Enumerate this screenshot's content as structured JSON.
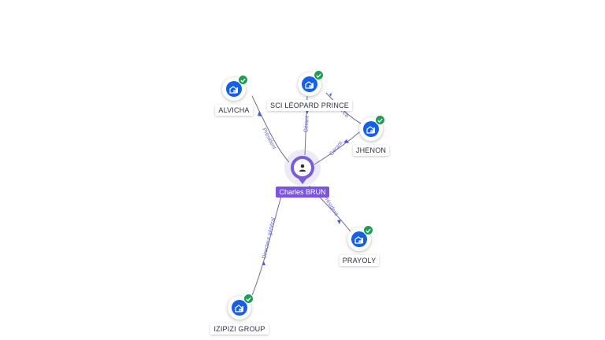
{
  "center": {
    "name": "Charles BRUN",
    "icon": "person-icon"
  },
  "companies": [
    {
      "id": "alvicha",
      "name": "ALVICHA",
      "icon": "building-icon",
      "verified": true
    },
    {
      "id": "sci",
      "name": "SCI LÉOPARD PRINCE",
      "icon": "building-icon",
      "verified": true
    },
    {
      "id": "jhenon",
      "name": "JHENON",
      "icon": "building-icon",
      "verified": true
    },
    {
      "id": "prayoly",
      "name": "PRAYOLY",
      "icon": "building-icon",
      "verified": true
    },
    {
      "id": "izipizi",
      "name": "IZIPIZI GROUP",
      "icon": "building-icon",
      "verified": true
    }
  ],
  "relations": [
    {
      "from": "center",
      "to": "alvicha",
      "role": "Président"
    },
    {
      "from": "center",
      "to": "sci",
      "role": "Gérant"
    },
    {
      "from": "center",
      "to": "jhenon",
      "role": "Gérant"
    },
    {
      "from": "jhenon",
      "to": "sci",
      "role": "Gérance"
    },
    {
      "from": "center",
      "to": "prayoly",
      "role": "Président"
    },
    {
      "from": "center",
      "to": "izipizi",
      "role": "Directeur général"
    }
  ],
  "colors": {
    "person_accent": "#7b54e3",
    "company_icon": "#1560e6",
    "verified_badge": "#1e9e55",
    "edge": "#6b6f82",
    "edge_label": "#6b67c8"
  }
}
